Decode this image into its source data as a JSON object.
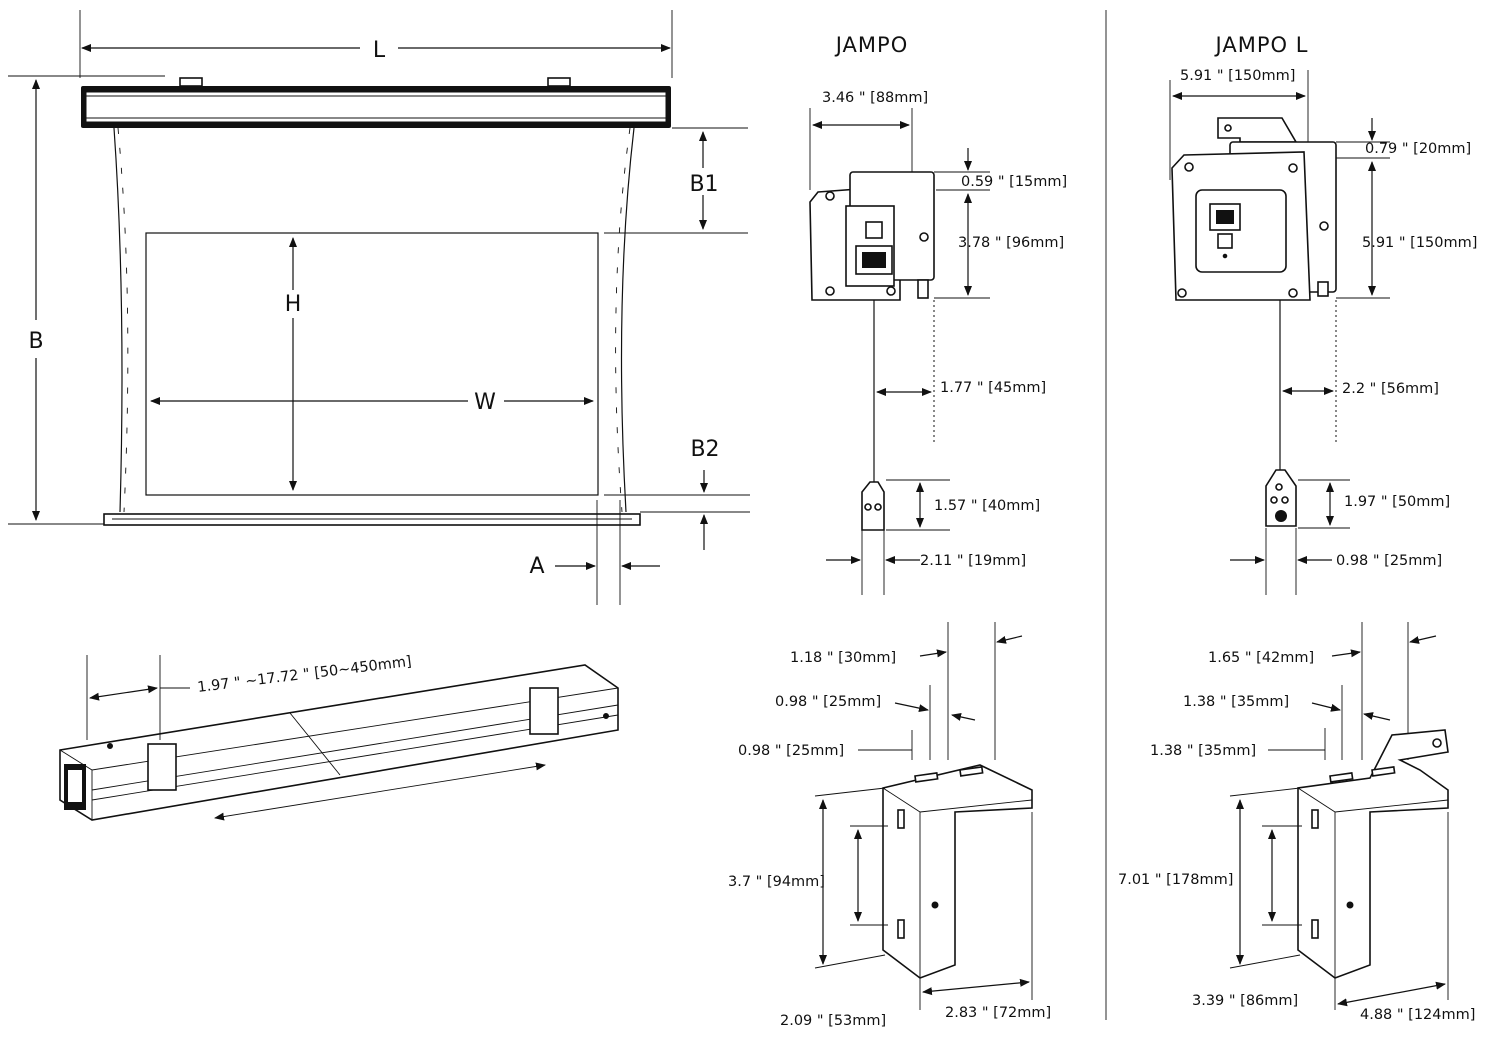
{
  "screen_labels": {
    "L": "L",
    "B": "B",
    "B1": "B1",
    "B2": "B2",
    "H": "H",
    "W": "W",
    "A": "A"
  },
  "slide_range": "1.97 \" ~17.72 \" [50~450mm]",
  "jampo": {
    "title": "JAMPO",
    "width": "3.46 \" [88mm]",
    "top_offset": "0.59 \" [15mm]",
    "height": "3.78 \" [96mm]",
    "cable_offset": "1.77 \" [45mm]",
    "plug_height": "1.57 \" [40mm]",
    "plug_width": "2.11 \" [19mm]",
    "bracket": {
      "d1": "1.18 \" [30mm]",
      "d2": "0.98 \" [25mm]",
      "d3": "0.98 \" [25mm]",
      "height": "3.7 \" [94mm]",
      "depth": "2.09 \" [53mm]",
      "width": "2.83 \" [72mm]"
    }
  },
  "jampo_l": {
    "title": "JAMPO L",
    "width": "5.91 \" [150mm]",
    "top_offset": "0.79 \" [20mm]",
    "height": "5.91 \" [150mm]",
    "cable_offset": "2.2 \" [56mm]",
    "plug_height": "1.97 \" [50mm]",
    "plug_width": "0.98 \" [25mm]",
    "bracket": {
      "d1": "1.65 \" [42mm]",
      "d2": "1.38 \" [35mm]",
      "d3": "1.38 \" [35mm]",
      "height": "7.01 \" [178mm]",
      "depth": "3.39 \" [86mm]",
      "width": "4.88 \" [124mm]"
    }
  }
}
